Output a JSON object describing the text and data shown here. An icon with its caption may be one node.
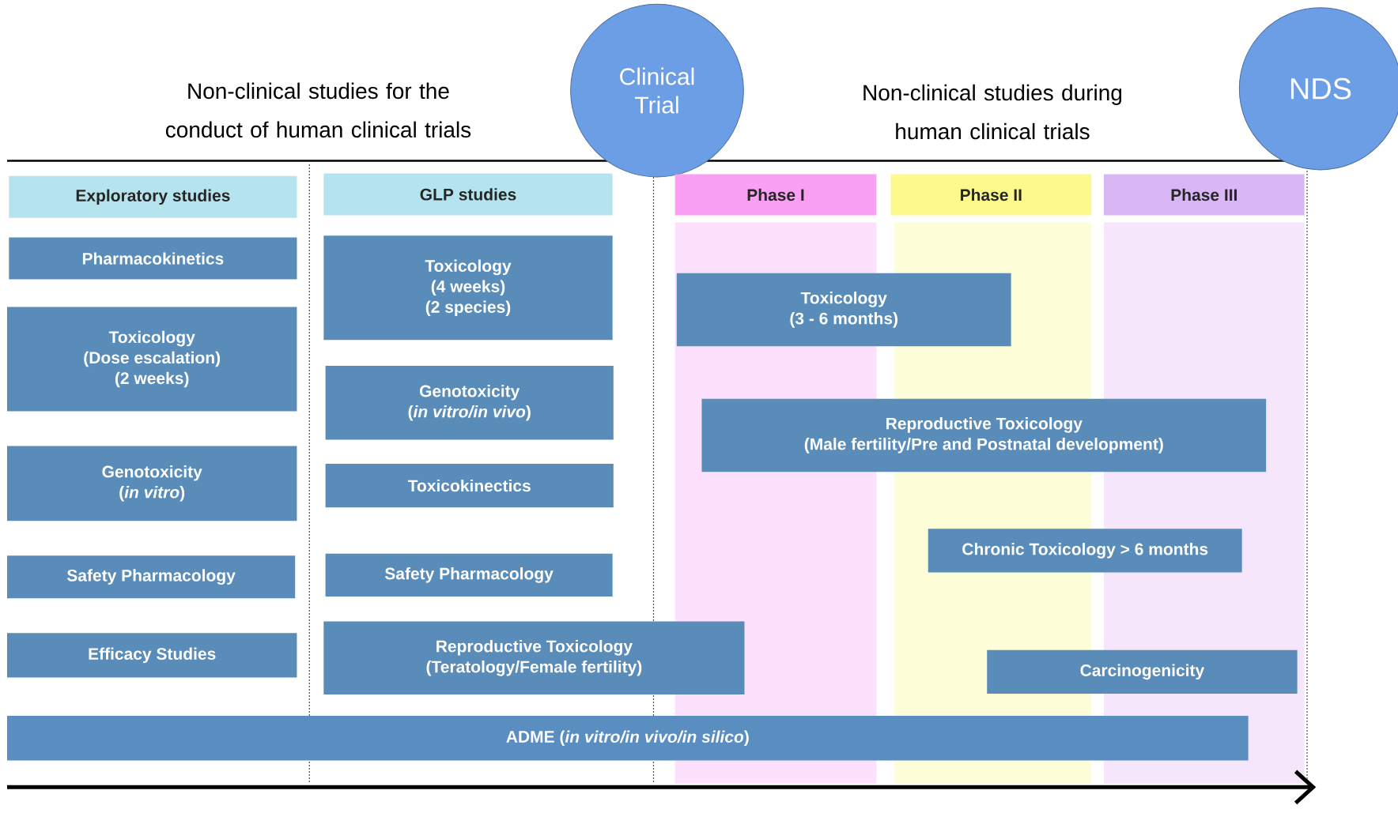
{
  "diagram": {
    "nodes": [
      {
        "text": [
          "Clinical Trial"
        ]
      },
      {
        "text": [
          "NDS"
        ]
      },
      {
        "text": [
          "Exploratory studies"
        ]
      },
      {
        "text": [
          "GLP studies"
        ]
      },
      {
        "text": [
          "Phase I"
        ]
      },
      {
        "text": [
          "Phase II"
        ]
      },
      {
        "text": [
          "Phase III"
        ]
      },
      {
        "text": [
          "Pharmacokinetics"
        ]
      },
      {
        "text": [
          "Toxicology",
          "(4 weeks)",
          "(2 species)"
        ]
      },
      {
        "text": [
          "Toxicology",
          "(3 - 6 months)"
        ]
      },
      {
        "text": [
          "Toxicology",
          "(Dose escalation)",
          "(2 weeks)"
        ]
      },
      {
        "text": [
          "Genotoxicity",
          "(*in vitro/in vivo*)"
        ]
      },
      {
        "text": [
          "Reproductive Toxicology",
          "(Male fertility/Pre and Postnatal development)"
        ]
      },
      {
        "text": [
          "Genotoxicity",
          "(*in vitro*)"
        ]
      },
      {
        "text": [
          "Toxicokinectics"
        ]
      },
      {
        "text": [
          "Chronic Toxicology > 6 months"
        ]
      },
      {
        "text": [
          "Safety Pharmacology"
        ]
      },
      {
        "text": [
          "Safety Pharmacology"
        ]
      },
      {
        "text": [
          "Efficacy Studies"
        ]
      },
      {
        "text": [
          "Reproductive Toxicology",
          "(Teratology/Female fertility)"
        ]
      },
      {
        "text": [
          "Carcinogenicity"
        ]
      },
      {
        "text": [
          "ADME (*in vitro/in vivo/in silico*)"
        ]
      }
    ],
    "labels": [
      "Non-clinical studies for the conduct of human clinical trials",
      "Non-clinical studies during human clinical trials"
    ]
  }
}
